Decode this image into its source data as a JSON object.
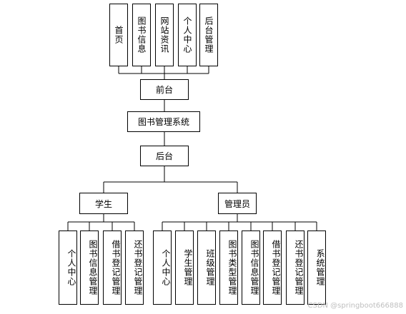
{
  "frontend_items": [
    "首页",
    "图书信息",
    "网站资讯",
    "个人中心",
    "后台管理"
  ],
  "frontend": "前台",
  "system": "图书管理系统",
  "backend": "后台",
  "student": "学生",
  "admin": "管理员",
  "student_items": [
    "个人中心",
    "图书信息管理",
    "借书登记管理",
    "还书登记管理"
  ],
  "admin_items": [
    "个人中心",
    "学生管理",
    "班级管理",
    "图书类型管理",
    "图书信息管理",
    "借书登记管理",
    "还书登记管理",
    "系统管理"
  ],
  "watermark": "CSDN @springboot666888"
}
